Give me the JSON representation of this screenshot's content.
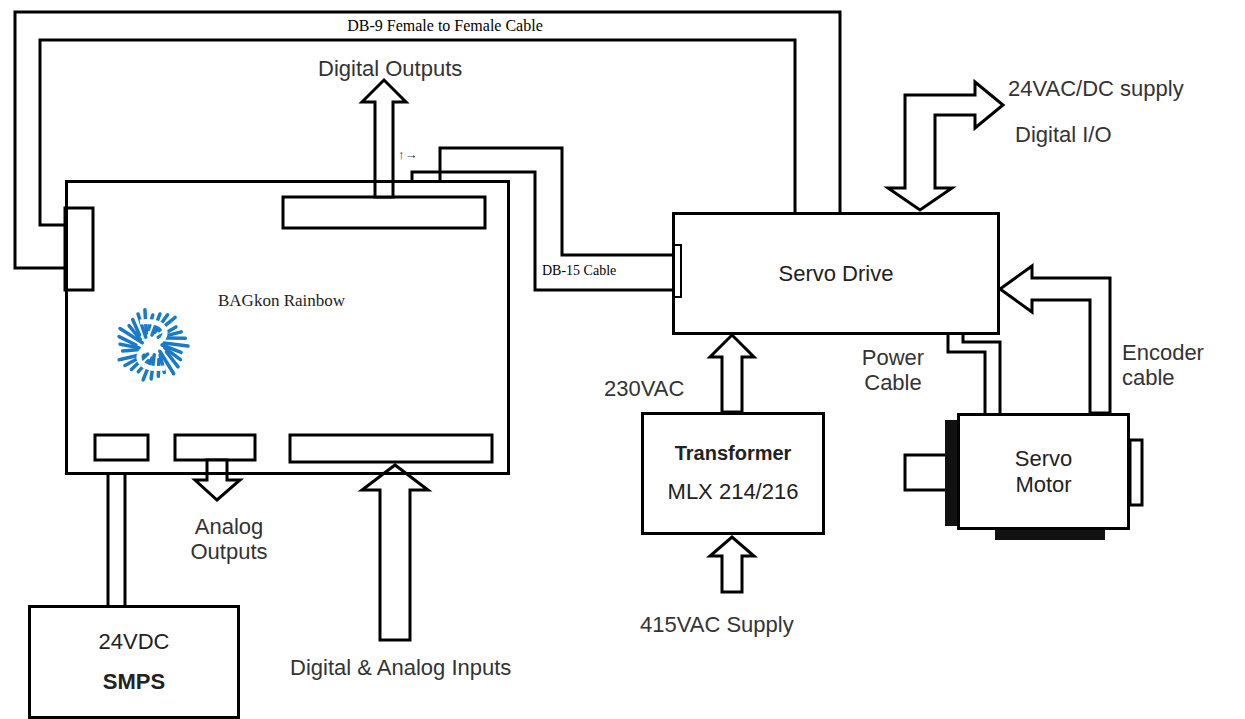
{
  "diagram": {
    "nodes": [
      {
        "text": [
          "BAGkon Rainbow"
        ]
      },
      {
        "text": [
          "Servo Drive"
        ]
      },
      {
        "text": [
          "Transformer",
          "MLX 214/216"
        ]
      },
      {
        "text": [
          "Servo Motor"
        ]
      },
      {
        "text": [
          "24VDC",
          "SMPS"
        ]
      }
    ],
    "edges": [
      {
        "from": 0,
        "to": 1,
        "arrow": "none",
        "label": "DB-9 Female to Female Cable"
      },
      {
        "from": 0,
        "to": 1,
        "arrow": "none",
        "label": "DB-15 Cable"
      },
      {
        "from": 2,
        "to": 1,
        "arrow": "to",
        "label": "230VAC"
      },
      {
        "from": 1,
        "to": 3,
        "arrow": "none",
        "label": "Power Cable"
      },
      {
        "from": 3,
        "to": 1,
        "arrow": "to",
        "label": "Encoder cable"
      },
      {
        "from": 4,
        "to": 0,
        "arrow": "none"
      }
    ],
    "labels": [
      "Digital Outputs",
      "↑→",
      "24VAC/DC supply",
      "Digital I/O",
      "Analog Outputs",
      "Digital & Analog Inputs",
      "415VAC Supply"
    ]
  }
}
